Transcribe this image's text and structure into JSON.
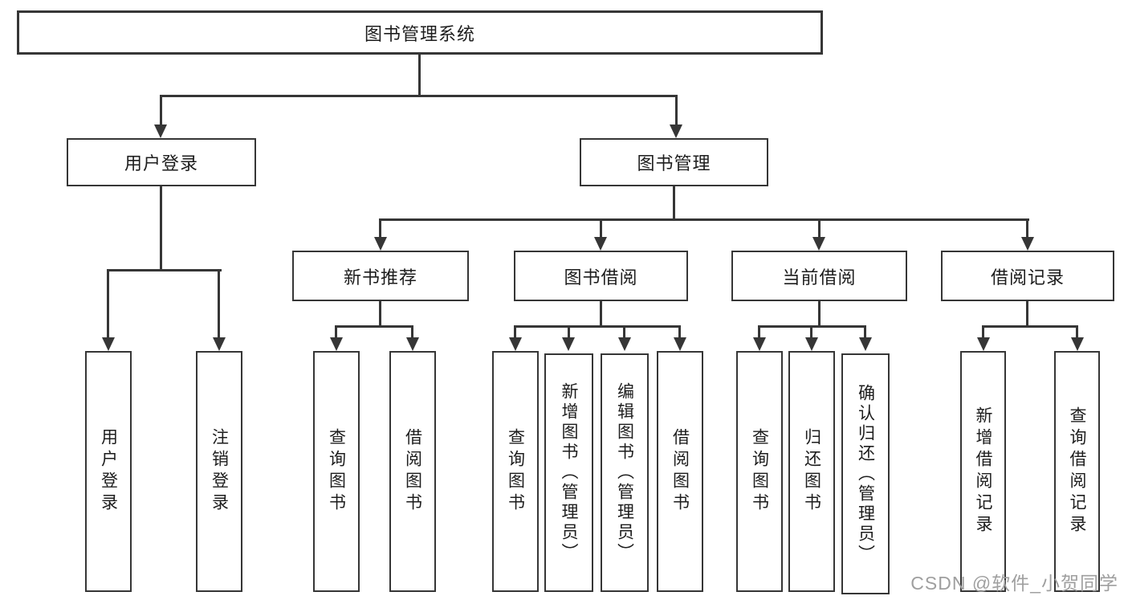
{
  "diagram_title": "图书管理系统",
  "colors": {
    "line": "#363636",
    "text": "#1d1d1d",
    "background": "#ffffff",
    "watermark": "#9f9f9f"
  },
  "nodes": {
    "root": {
      "label": "图书管理系统"
    },
    "user_login": {
      "label": "用户登录"
    },
    "book_mgmt": {
      "label": "图书管理"
    },
    "new_book_rec": {
      "label": "新书推荐"
    },
    "book_borrow": {
      "label": "图书借阅"
    },
    "current_borrow": {
      "label": "当前借阅"
    },
    "borrow_records": {
      "label": "借阅记录"
    },
    "leaf_user_login": {
      "label": "用户登录"
    },
    "leaf_logout": {
      "label": "注销登录"
    },
    "leaf_nbr_query": {
      "label": "查询图书"
    },
    "leaf_nbr_borrow": {
      "label": "借阅图书"
    },
    "leaf_bb_query": {
      "label": "查询图书"
    },
    "leaf_bb_add": {
      "label": "新增图书（管理员）"
    },
    "leaf_bb_edit": {
      "label": "编辑图书（管理员）"
    },
    "leaf_bb_borrow": {
      "label": "借阅图书"
    },
    "leaf_cb_query": {
      "label": "查询图书"
    },
    "leaf_cb_return": {
      "label": "归还图书"
    },
    "leaf_cb_confirm": {
      "label": "确认归还（管理员）"
    },
    "leaf_br_add": {
      "label": "新增借阅记录"
    },
    "leaf_br_query": {
      "label": "查询借阅记录"
    }
  },
  "hierarchy": {
    "图书管理系统": {
      "用户登录": [
        "用户登录",
        "注销登录"
      ],
      "图书管理": {
        "新书推荐": [
          "查询图书",
          "借阅图书"
        ],
        "图书借阅": [
          "查询图书",
          "新增图书（管理员）",
          "编辑图书（管理员）",
          "借阅图书"
        ],
        "当前借阅": [
          "查询图书",
          "归还图书",
          "确认归还（管理员）"
        ],
        "借阅记录": [
          "新增借阅记录",
          "查询借阅记录"
        ]
      }
    }
  },
  "watermark": {
    "text": "CSDN @软件_小贺同学"
  }
}
